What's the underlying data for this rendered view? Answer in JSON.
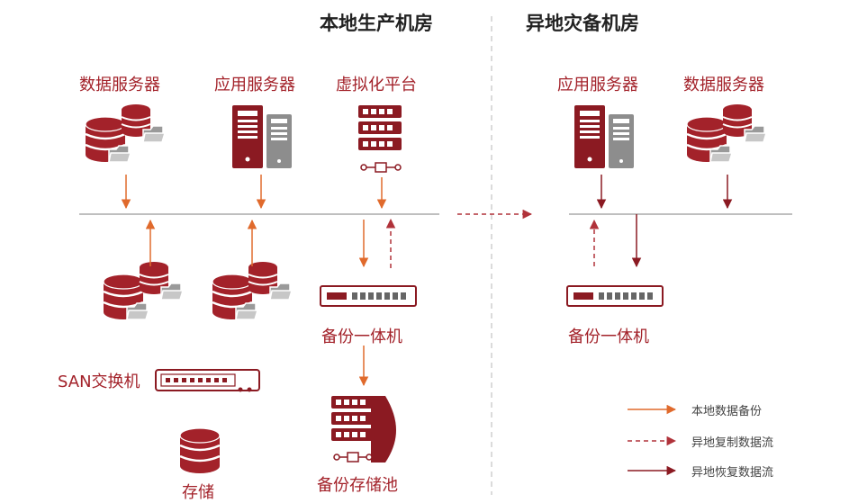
{
  "sections": {
    "local": "本地生产机房",
    "remote": "异地灾备机房"
  },
  "local": {
    "data_server": "数据服务器",
    "app_server": "应用服务器",
    "virt_platform": "虚拟化平台",
    "backup_appliance": "备份一体机",
    "san_switch": "SAN交换机",
    "storage": "存储",
    "backup_pool": "备份存储池"
  },
  "remote": {
    "app_server": "应用服务器",
    "data_server": "数据服务器",
    "backup_appliance": "备份一体机"
  },
  "legend": {
    "local_backup": "本地数据备份",
    "remote_replication": "异地复制数据流",
    "remote_restore": "异地恢复数据流"
  },
  "colors": {
    "primary": "#8b1a22",
    "orange": "#e06a2c",
    "label": "#a3222a",
    "gray": "#8d8d8d"
  }
}
